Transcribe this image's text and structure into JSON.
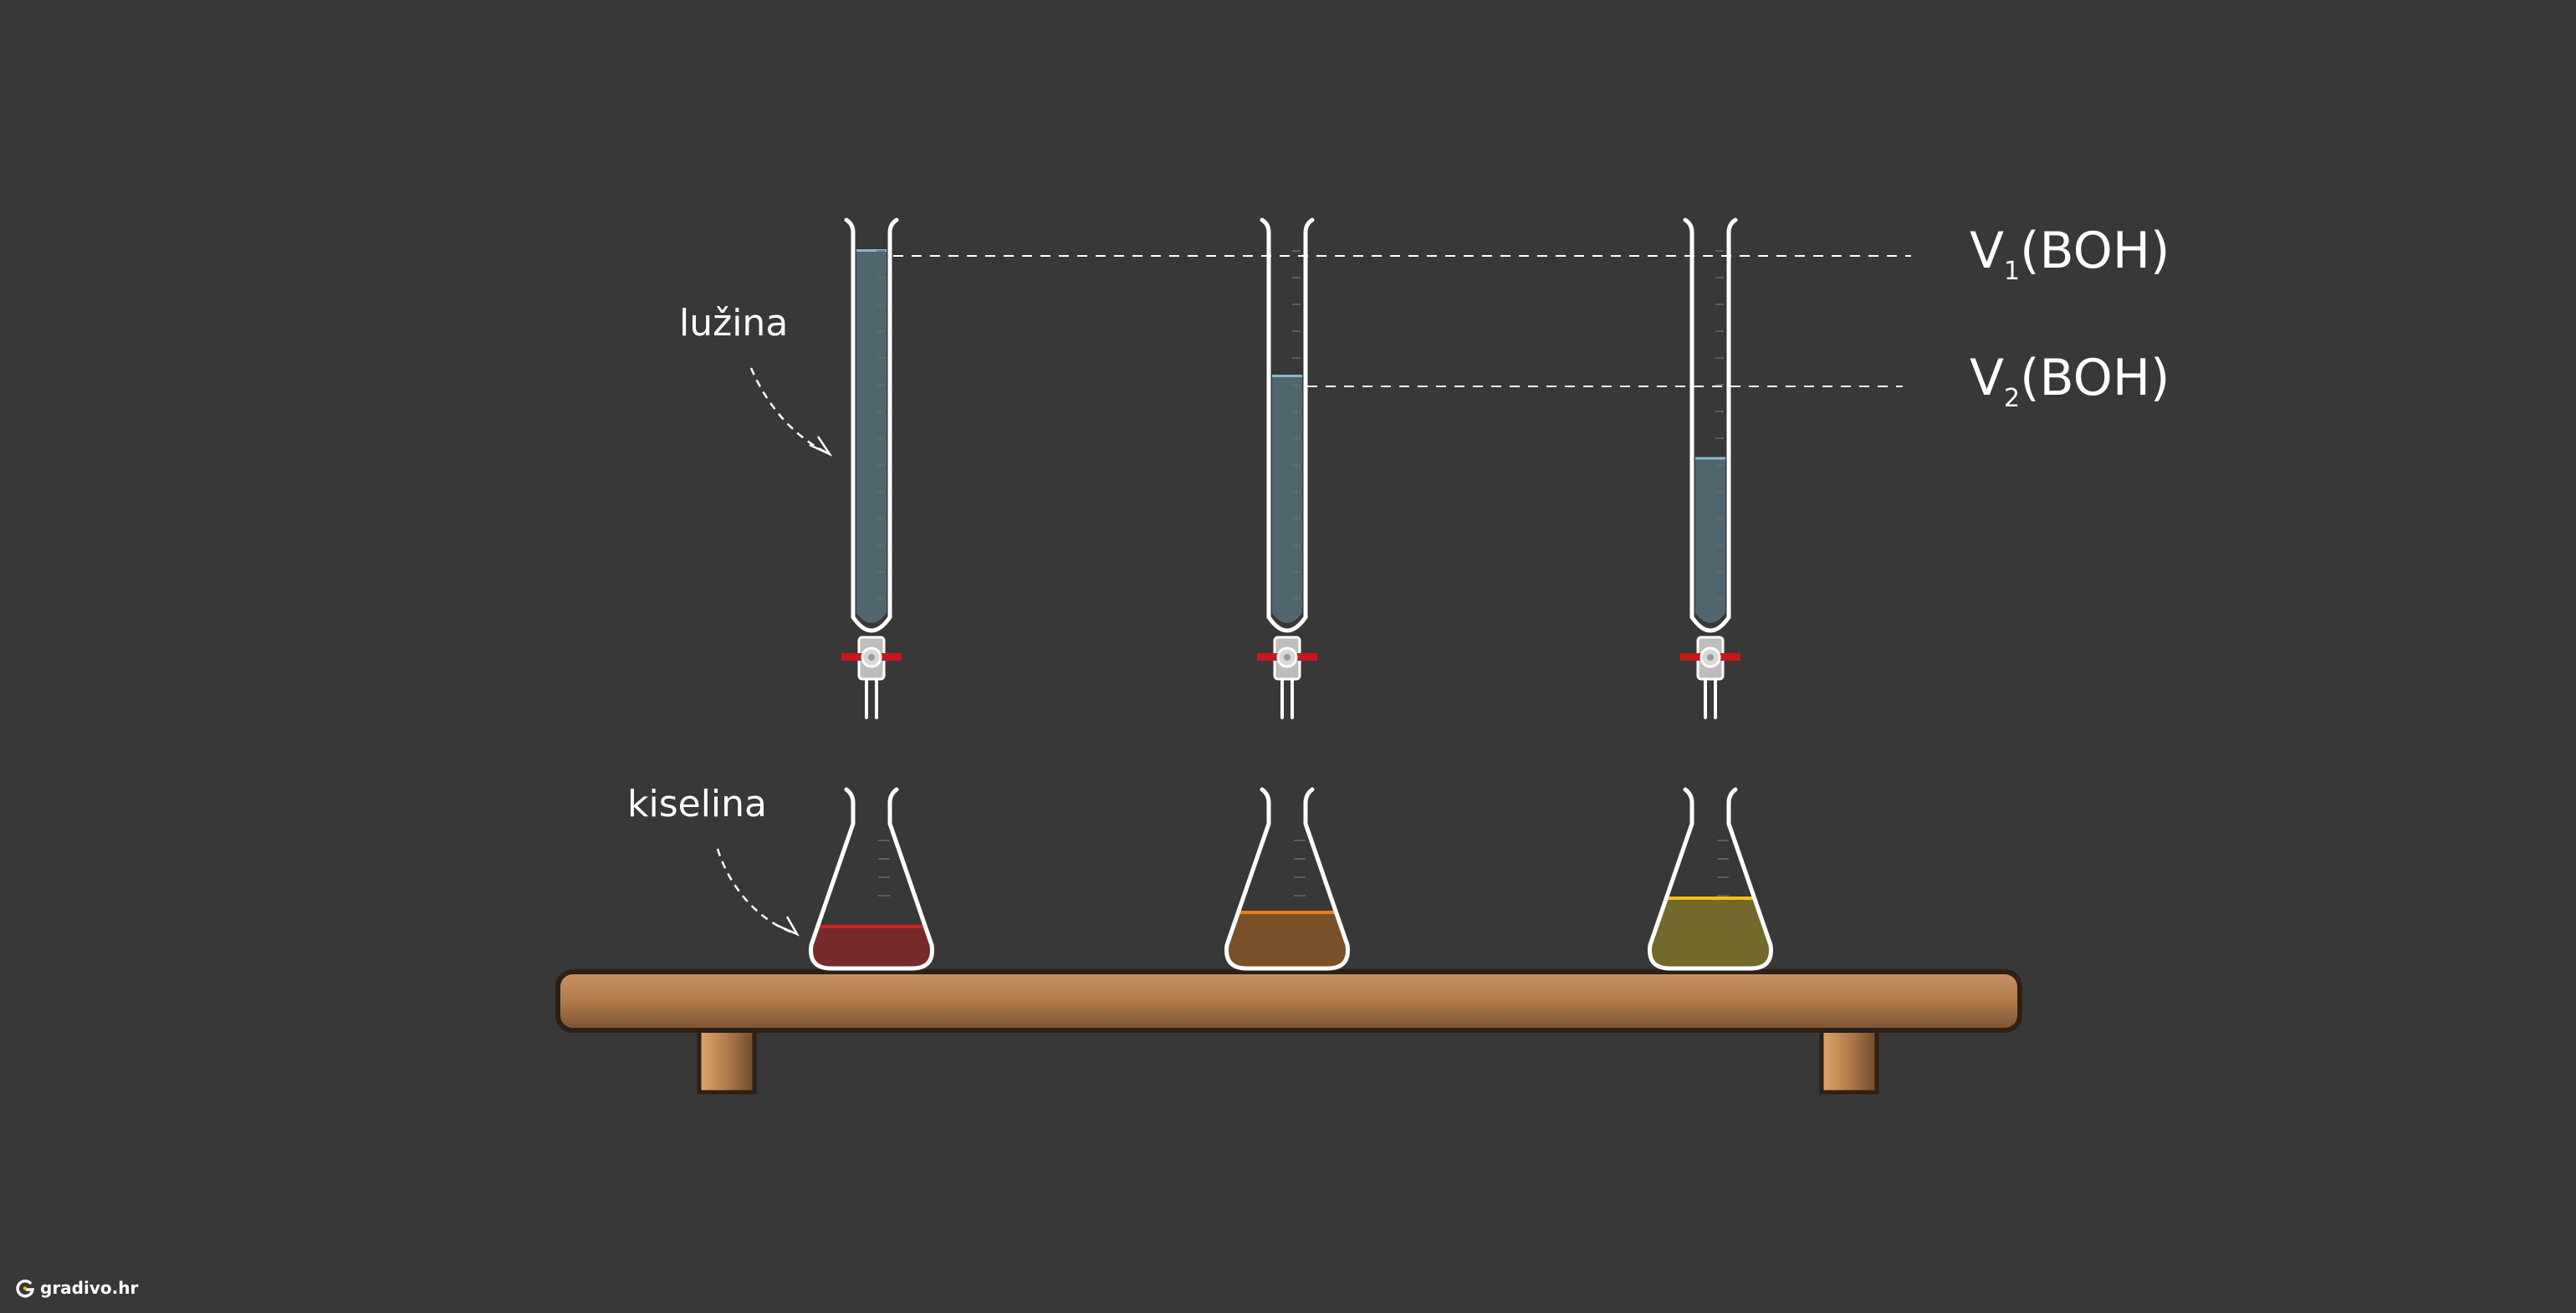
{
  "labels": {
    "base": "lužina",
    "acid": "kiselina"
  },
  "volumes": [
    {
      "symbol": "V",
      "subscript": "1",
      "formula": "(BOH)"
    },
    {
      "symbol": "V",
      "subscript": "2",
      "formula": "(BOH)"
    }
  ],
  "brand": "gradivo.hr",
  "colors": {
    "background": "#383838",
    "base_liquid": "#50666e",
    "base_surface": "#8ab8cc",
    "stopcock": "#c8181b",
    "table_top": "#b07b4b",
    "flask_1_liquid": "#762a2c",
    "flask_1_surface": "#d11f24",
    "flask_2_liquid": "#7a5028",
    "flask_2_surface": "#f07d12",
    "flask_3_liquid": "#73692c",
    "flask_3_surface": "#f2c20c"
  },
  "burettes": [
    {
      "fill_level": 0.95
    },
    {
      "fill_level": 0.63
    },
    {
      "fill_level": 0.42
    }
  ],
  "flasks": [
    {
      "color_key": "flask_1"
    },
    {
      "color_key": "flask_2"
    },
    {
      "color_key": "flask_3"
    }
  ]
}
